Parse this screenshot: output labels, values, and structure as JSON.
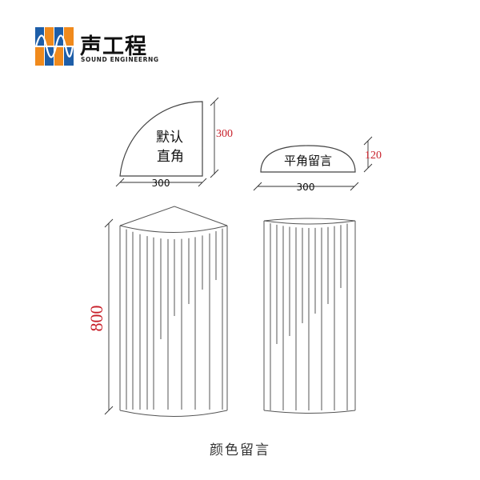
{
  "brand": {
    "name": "声工程",
    "subtitle": "SOUND ENGINEERNG",
    "logo_icon": "sound-wave-grid-icon",
    "colors": {
      "blue": "#1e5ea8",
      "orange": "#f08a1c",
      "wave": "#ffffff"
    }
  },
  "quarter_panel": {
    "label_line1": "默认",
    "label_line2": "直角",
    "width_dim": "300",
    "height_dim": "300"
  },
  "half_panel": {
    "label": "平角留言",
    "width_dim": "300",
    "height_dim": "120"
  },
  "elevation": {
    "height_dim": "800"
  },
  "caption": "颜色留言",
  "colors": {
    "dimension_red": "#c8202a",
    "line": "#333333"
  }
}
